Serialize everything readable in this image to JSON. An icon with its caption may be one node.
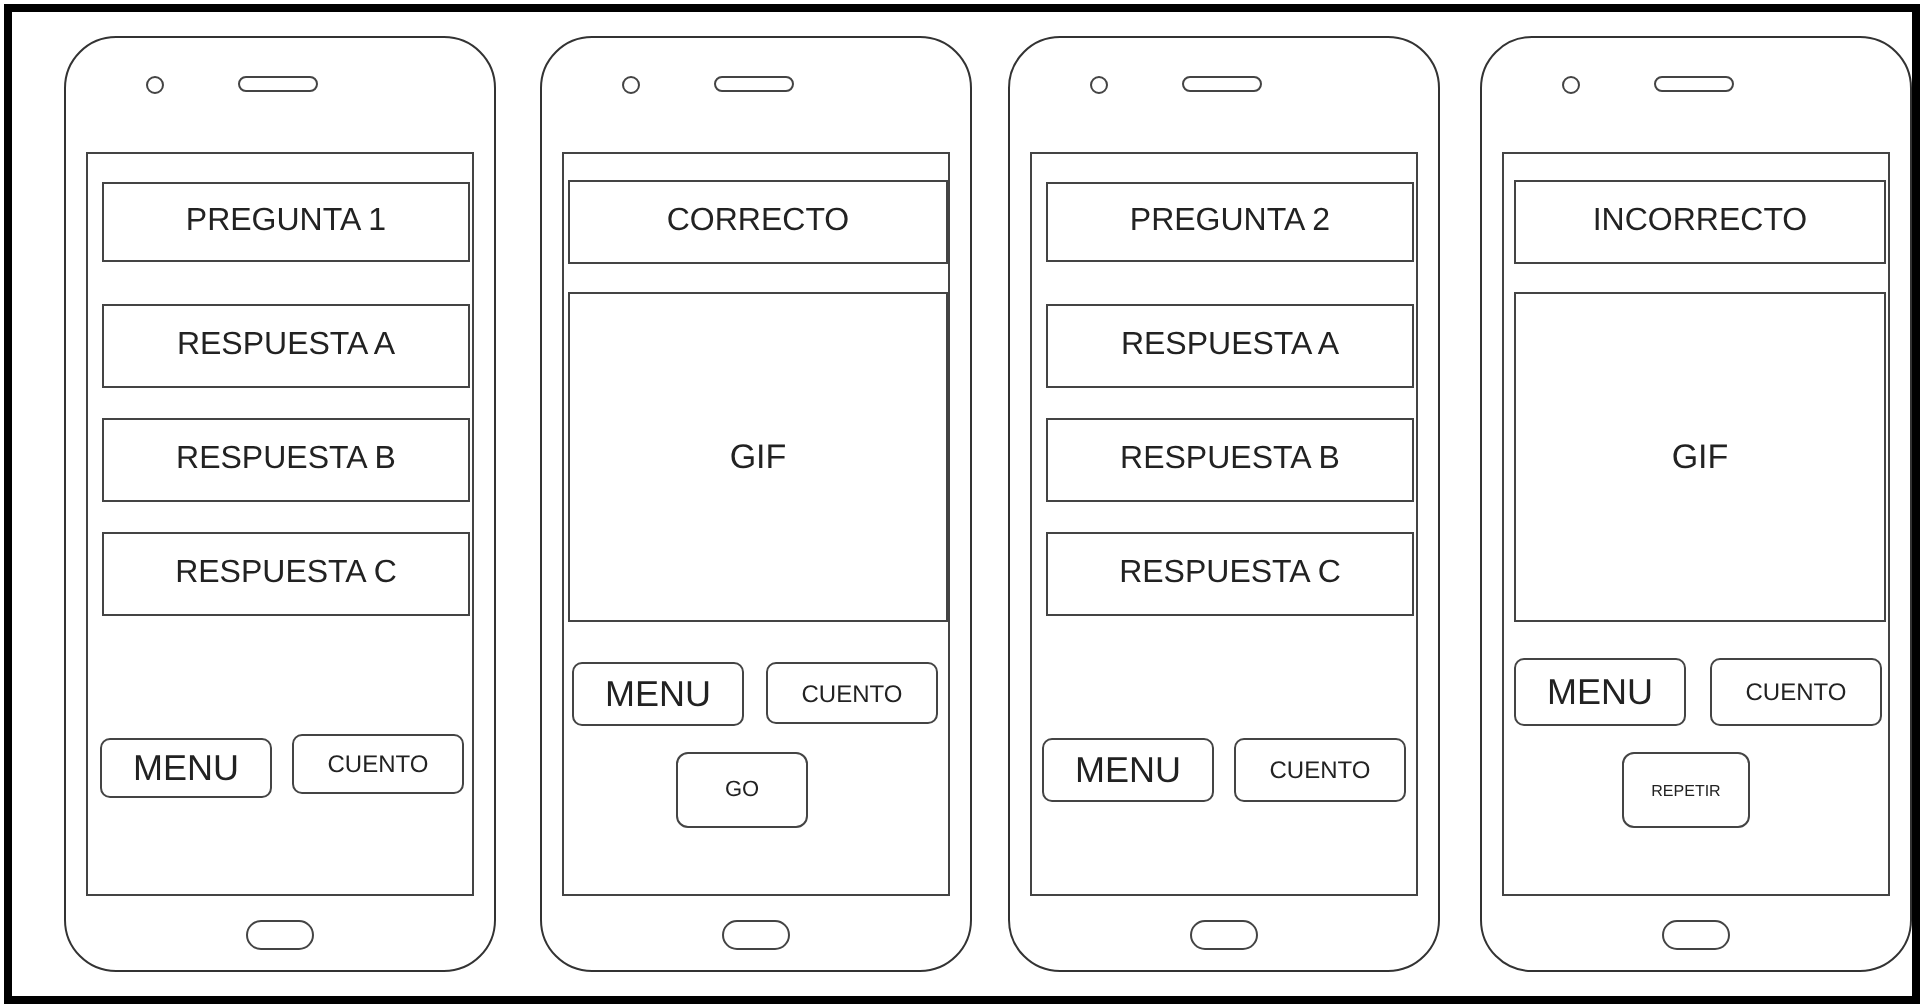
{
  "diagram": {
    "nodes": [
      {
        "text": [],
        "shape": "phone"
      },
      {
        "text": [
          "PREGUNTA 1"
        ],
        "in": 0
      },
      {
        "text": [
          "RESPUESTA A"
        ],
        "in": 0
      },
      {
        "text": [
          "RESPUESTA B"
        ],
        "in": 0
      },
      {
        "text": [
          "RESPUESTA C"
        ],
        "in": 0
      },
      {
        "text": [
          "MENU"
        ],
        "in": 0
      },
      {
        "text": [
          "CUENTO"
        ],
        "in": 0
      },
      {
        "text": [],
        "shape": "phone"
      },
      {
        "text": [
          "CORRECTO"
        ],
        "in": 7
      },
      {
        "text": [
          "GIF"
        ],
        "in": 7
      },
      {
        "text": [
          "MENU"
        ],
        "in": 7
      },
      {
        "text": [
          "CUENTO"
        ],
        "in": 7
      },
      {
        "text": [
          "GO"
        ],
        "in": 7
      },
      {
        "text": [],
        "shape": "phone"
      },
      {
        "text": [
          "PREGUNTA 2"
        ],
        "in": 13
      },
      {
        "text": [
          "RESPUESTA A"
        ],
        "in": 13
      },
      {
        "text": [
          "RESPUESTA B"
        ],
        "in": 13
      },
      {
        "text": [
          "RESPUESTA C"
        ],
        "in": 13
      },
      {
        "text": [
          "MENU"
        ],
        "in": 13
      },
      {
        "text": [
          "CUENTO"
        ],
        "in": 13
      },
      {
        "text": [],
        "shape": "phone"
      },
      {
        "text": [
          "INCORRECTO"
        ],
        "in": 20
      },
      {
        "text": [
          "GIF"
        ],
        "in": 20
      },
      {
        "text": [
          "MENU"
        ],
        "in": 20
      },
      {
        "text": [
          "CUENTO"
        ],
        "in": 20
      },
      {
        "text": [
          "REPETIR"
        ],
        "in": 20
      }
    ]
  }
}
